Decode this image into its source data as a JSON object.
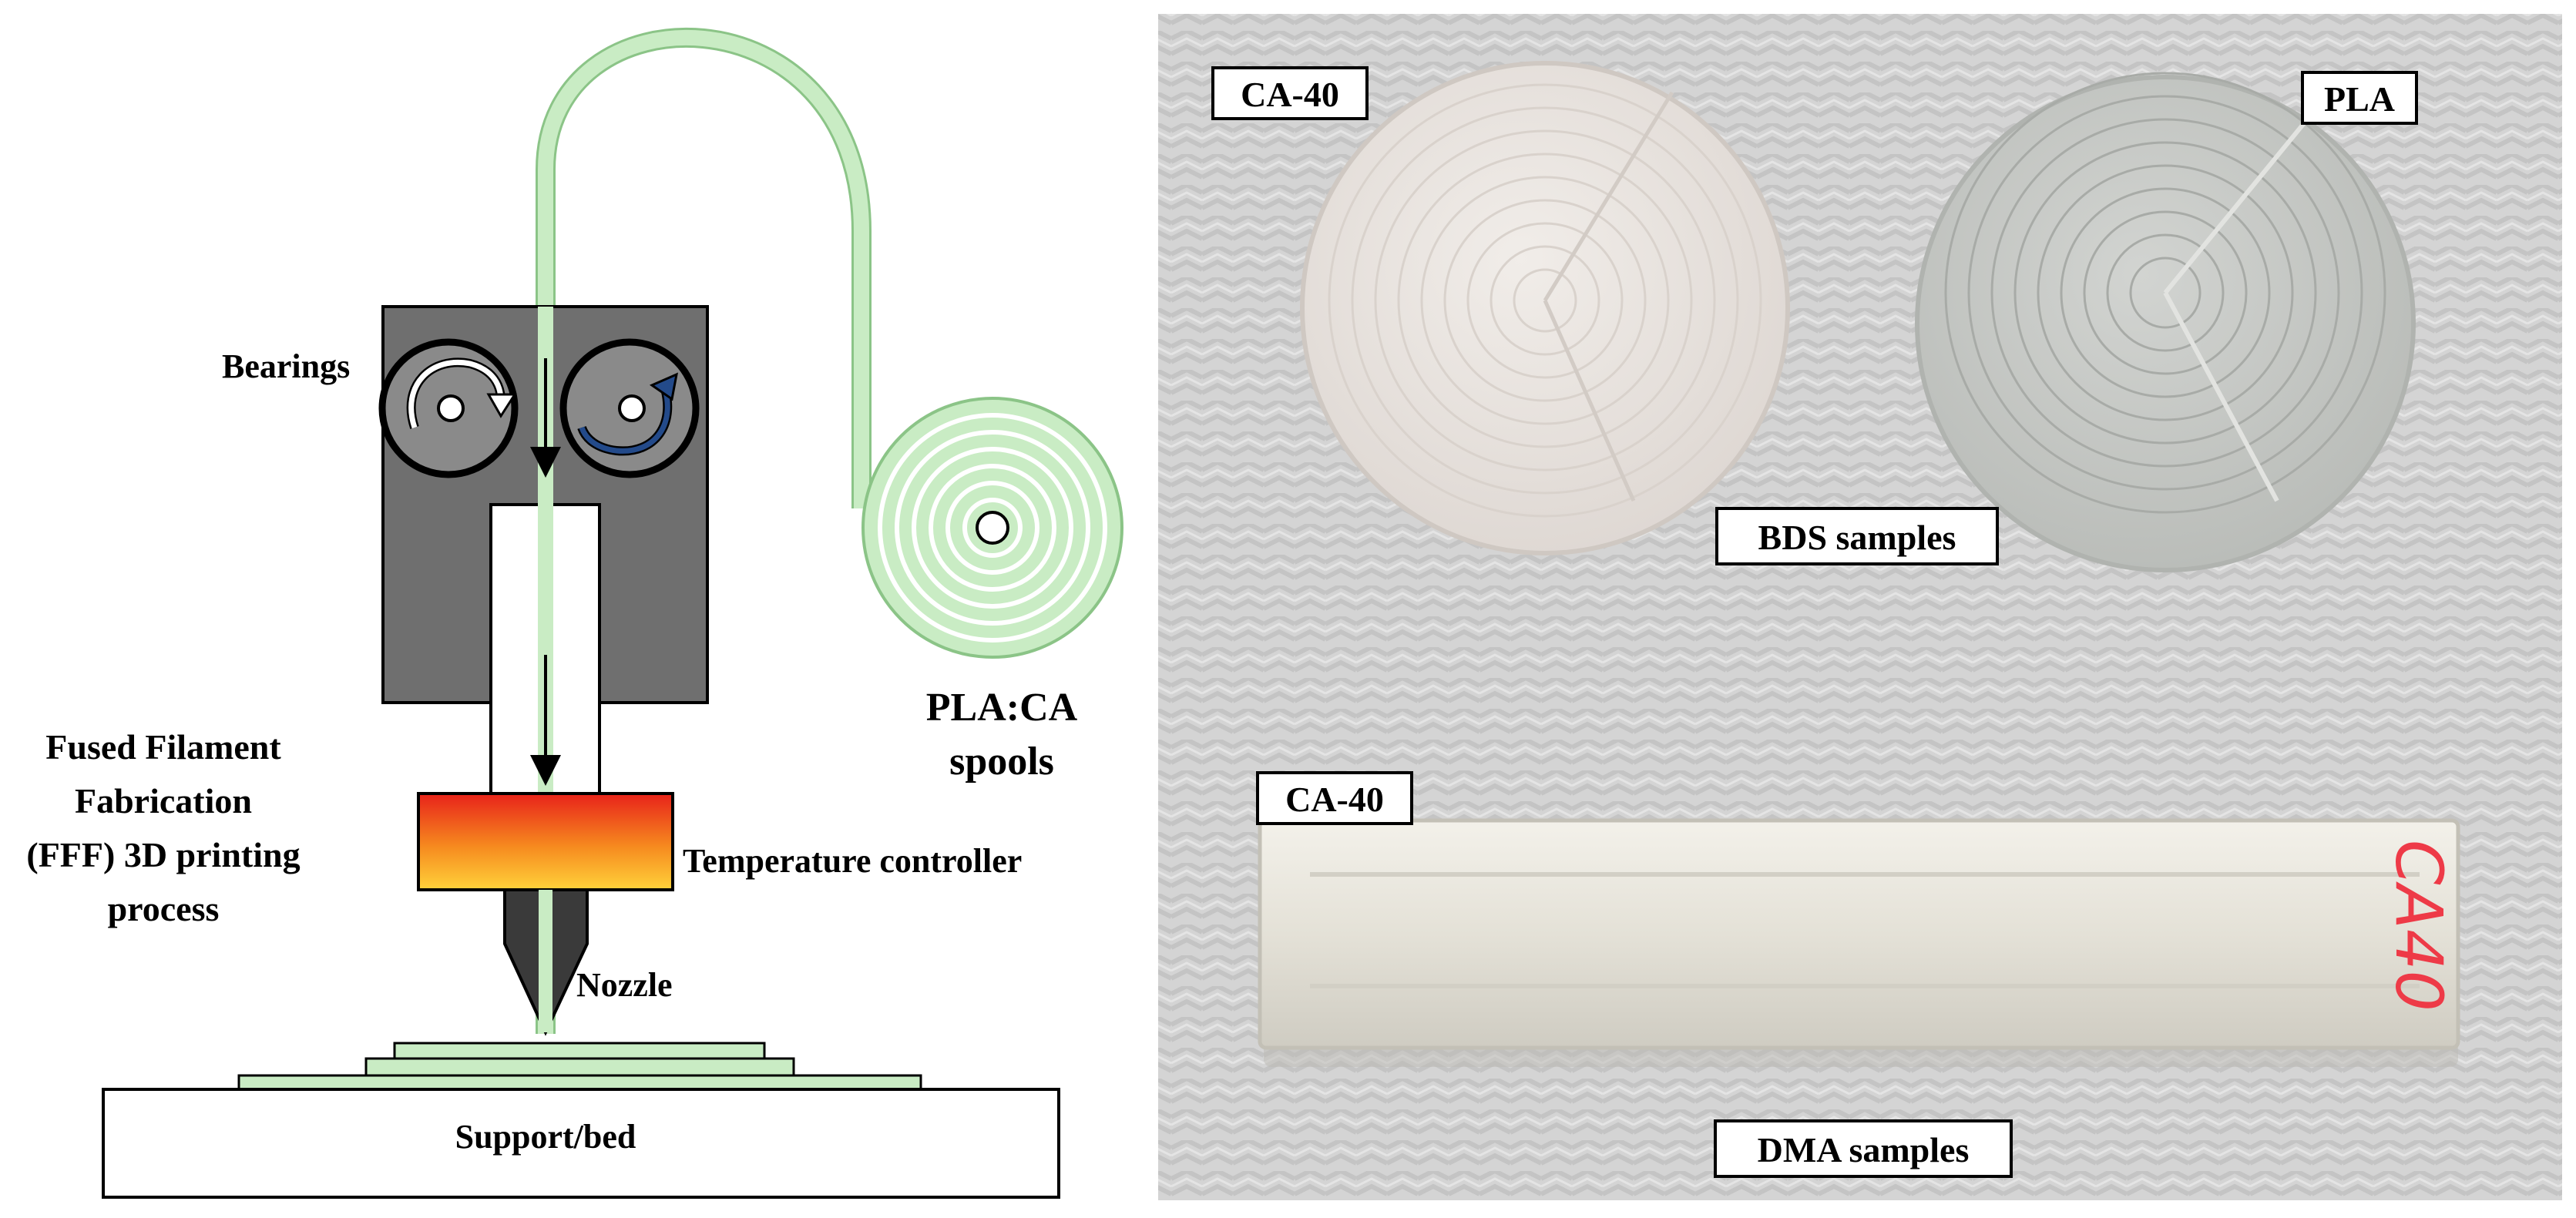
{
  "diagram": {
    "labels": {
      "bearings": "Bearings",
      "process_line1": "Fused Filament",
      "process_line2": "Fabrication",
      "process_line3": "(FFF) 3D printing",
      "process_line4": "process",
      "temperature_controller": "Temperature controller",
      "nozzle": "Nozzle",
      "support_bed": "Support/bed",
      "spool_line1": "PLA:CA",
      "spool_line2": "spools"
    },
    "colors": {
      "filament": "#c9ecc4",
      "filament_stroke": "#8bc487",
      "housing": "#6f6f6f",
      "heater_top": "#e8221a",
      "heater_bottom": "#ffd23a",
      "arrow_blue": "#234a8a"
    }
  },
  "photo": {
    "labels": {
      "ca40_disc": "CA-40",
      "pla_disc": "PLA",
      "bds_samples": "BDS samples",
      "ca40_bar": "CA-40",
      "dma_samples": "DMA samples",
      "bar_marking": "CA40"
    },
    "colors": {
      "background": "#d6d6d6",
      "ca40_disc": "#ebe6e2",
      "pla_disc": "#c9cbc8",
      "bar": "#e9e7de",
      "marking": "#ee3a47"
    }
  }
}
